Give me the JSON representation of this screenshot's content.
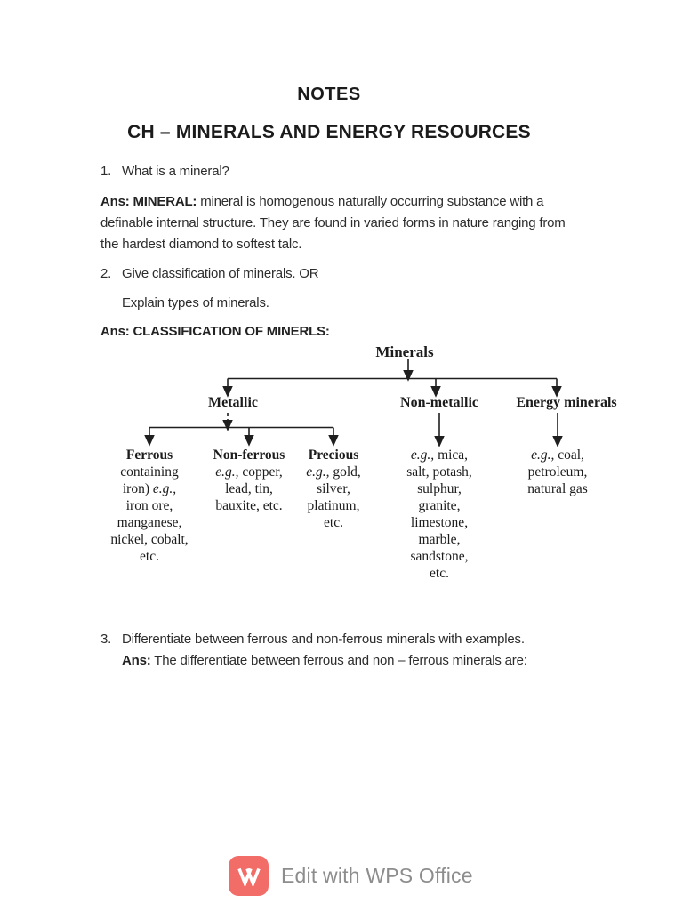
{
  "page": {
    "title": "NOTES",
    "subtitle": "CH – MINERALS AND ENERGY RESOURCES"
  },
  "questions": {
    "q1": {
      "num": "1.",
      "text": "What is a mineral?"
    },
    "ans1": {
      "line1_bold": "Ans: MINERAL:",
      "line1_rest": " mineral is homogenous naturally occurring substance with a",
      "line2": "definable internal structure. They are found in varied forms in nature ranging from",
      "line3": "the hardest diamond to softest talc."
    },
    "q2": {
      "num": "2.",
      "text": "Give classification of minerals. OR",
      "alt": "Explain types of minerals."
    },
    "ans2_heading": "Ans: CLASSIFICATION OF MINERLS:",
    "q3": {
      "num": "3.",
      "text": "Differentiate between ferrous and non-ferrous minerals with examples.",
      "ans_bold": "Ans:",
      "ans_rest": " The differentiate between ferrous and non – ferrous minerals are:"
    }
  },
  "diagram": {
    "root": "Minerals",
    "level1": [
      "Metallic",
      "Non-metallic",
      "Energy minerals"
    ],
    "columns": [
      {
        "head": "Ferrous",
        "lines": [
          "containing",
          "iron) e.g.,",
          "iron ore,",
          "manganese,",
          "nickel, cobalt,",
          "etc."
        ]
      },
      {
        "head": "Non-ferrous",
        "lines": [
          "e.g., copper,",
          "lead, tin,",
          "bauxite, etc."
        ]
      },
      {
        "head": "Precious",
        "lines": [
          "e.g., gold,",
          "silver,",
          "platinum,",
          "etc."
        ]
      },
      {
        "lines": [
          "e.g., mica,",
          "salt, potash,",
          "sulphur,",
          "granite,",
          "limestone,",
          "marble,",
          "sandstone,",
          "etc."
        ]
      },
      {
        "lines": [
          "e.g., coal,",
          "petroleum,",
          "natural gas"
        ]
      }
    ],
    "line_color": "#1f1f1f"
  },
  "footer": {
    "label": "Edit with WPS Office",
    "logo": "wps-office-logo",
    "logo_color": "#F26D68"
  }
}
